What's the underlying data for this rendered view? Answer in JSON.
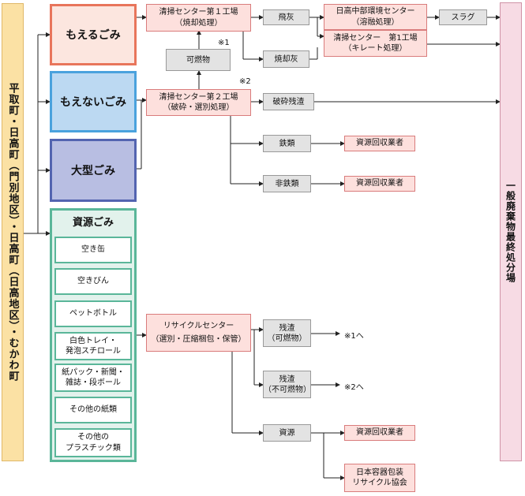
{
  "origin": {
    "label": "平取町・日高町（門別地区）・日高町（日高地区）・むかわ町"
  },
  "categories": {
    "moeru": "もえるごみ",
    "moenai": "もえないごみ",
    "oogata": "大型ごみ",
    "shigen": "資源ごみ"
  },
  "shigen_items": [
    {
      "line1": "空き缶",
      "line2": ""
    },
    {
      "line1": "空きびん",
      "line2": ""
    },
    {
      "line1": "ペットボトル",
      "line2": ""
    },
    {
      "line1": "白色トレイ・",
      "line2": "発泡スチロール"
    },
    {
      "line1": "紙パック・新聞・",
      "line2": "雑誌・段ボール"
    },
    {
      "line1": "その他の紙類",
      "line2": ""
    },
    {
      "line1": "その他の",
      "line2": "プラスチック類"
    }
  ],
  "process": {
    "center1": {
      "line1": "清掃センター第１工場",
      "line2": "（焼却処理）"
    },
    "center2": {
      "line1": "清掃センター第２工場",
      "line2": "（破砕・選別処理）"
    },
    "recycle": {
      "line1": "リサイクルセンター",
      "line2": "（選別・圧縮梱包・保管）"
    },
    "hidaka": {
      "line1": "日高中部環境センター",
      "line2": "（溶融処理）"
    },
    "kirate": {
      "line1": "清掃センター　第1工場",
      "line2": "（キレート処理）"
    },
    "shigen_kaishu_1": "資源回収業者",
    "shigen_kaishu_2": "資源回収業者",
    "shigen_kaishu_3": "資源回収業者",
    "youki": {
      "line1": "日本容器包装",
      "line2": "リサイクル協会"
    }
  },
  "residues": {
    "hibai": "飛灰",
    "slag": "スラグ",
    "kanenbutsu": "可燃物",
    "shokyakubai": "焼却灰",
    "hasai": "破砕残渣",
    "tetsu": "鉄類",
    "hitetsu": "非鉄類",
    "zansa_kanen": {
      "line1": "残渣",
      "line2": "（可燃物）"
    },
    "zansa_funen": {
      "line1": "残渣",
      "line2": "（不可燃物）"
    },
    "shigen": "資源"
  },
  "notes": {
    "n1": "※1",
    "n2": "※2",
    "to1": "※1へ",
    "to2": "※2へ"
  },
  "final": {
    "label": "一般廃棄物最終処分場"
  },
  "colors": {
    "moeru_border": "#e8755b",
    "moenai_border": "#4aa2dd",
    "oogata_border": "#5364b0",
    "shigen_border": "#5ab699"
  }
}
